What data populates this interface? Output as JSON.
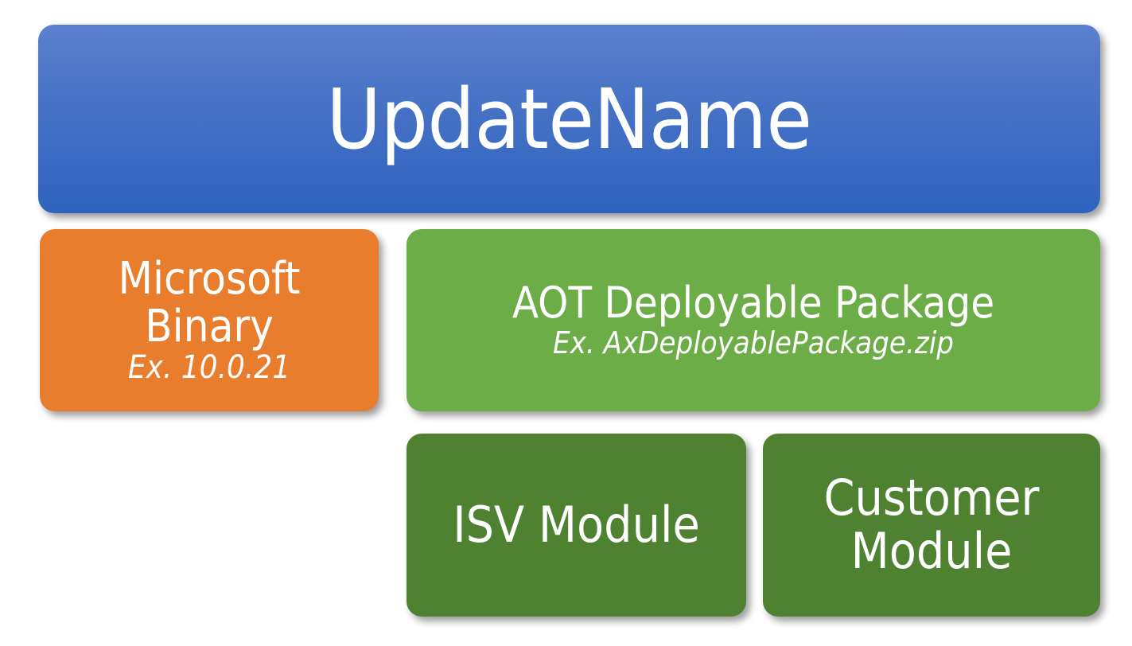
{
  "diagram": {
    "type": "hierarchy-block-diagram",
    "background_color": "#FFFFFF",
    "title_node": {
      "label": "UpdateName",
      "color": "#4472C4",
      "gradient_from": "#5C82CF",
      "gradient_to": "#2E63BE",
      "text_color": "#FFFFFF"
    },
    "children": [
      {
        "id": "microsoft-binary",
        "label": "Microsoft Binary",
        "example": "Ex. 10.0.21",
        "color": "#E87D2E",
        "text_color": "#FFFFFF"
      },
      {
        "id": "aot-deployable-package",
        "label": "AOT Deployable Package",
        "example": "Ex. AxDeployablePackage.zip",
        "color": "#6CAD48",
        "text_color": "#FFFFFF"
      }
    ],
    "modules": [
      {
        "id": "isv-module",
        "label": "ISV Module",
        "color": "#4E8230",
        "text_color": "#FFFFFF"
      },
      {
        "id": "customer-module",
        "label": "Customer Module",
        "color": "#4E8230",
        "text_color": "#FFFFFF"
      }
    ]
  }
}
